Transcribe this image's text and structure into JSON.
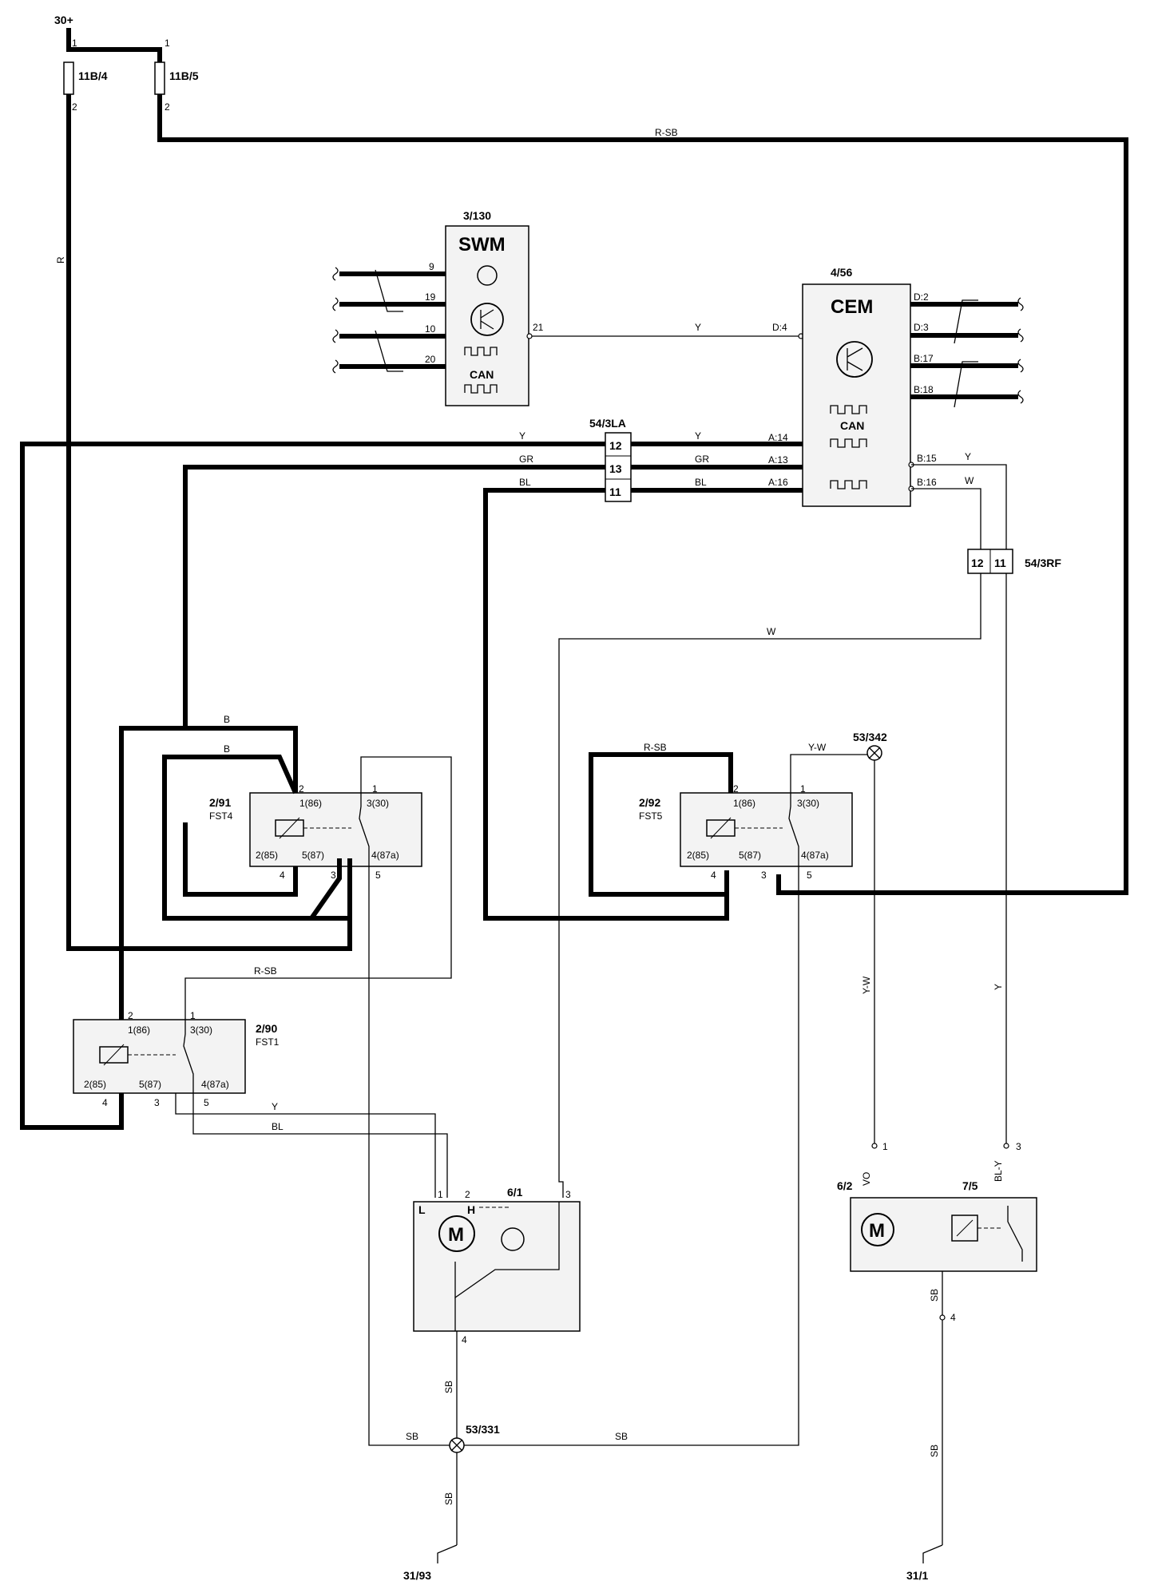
{
  "supply": {
    "label": "30+"
  },
  "fuses": [
    {
      "id": "11B/4",
      "pin_top": "1",
      "pin_bottom": "2",
      "wire": "R"
    },
    {
      "id": "11B/5",
      "pin_top": "1",
      "pin_bottom": "2",
      "wire": "R-SB"
    }
  ],
  "swm": {
    "ref": "3/130",
    "name": "SWM",
    "can": "CAN",
    "pins": [
      "9",
      "19",
      "10",
      "20",
      "21"
    ]
  },
  "cem": {
    "ref": "4/56",
    "name": "CEM",
    "can": "CAN",
    "pins": [
      "D:2",
      "D:3",
      "B:17",
      "B:18",
      "D:4",
      "A:14",
      "A:13",
      "A:16",
      "B:15",
      "B:16"
    ]
  },
  "connectors": {
    "left": {
      "ref": "54/3LA",
      "pins": [
        "12",
        "13",
        "11"
      ]
    },
    "right": {
      "ref": "54/3RF",
      "pins": [
        "12",
        "11"
      ]
    }
  },
  "relays": [
    {
      "ref": "2/91",
      "name": "FST4",
      "coil1": "1(86)",
      "coil2": "2(85)",
      "com": "3(30)",
      "no": "5(87)",
      "nc": "4(87a)",
      "pins": [
        "2",
        "1",
        "4",
        "3",
        "5"
      ]
    },
    {
      "ref": "2/92",
      "name": "FST5",
      "coil1": "1(86)",
      "coil2": "2(85)",
      "com": "3(30)",
      "no": "5(87)",
      "nc": "4(87a)",
      "pins": [
        "2",
        "1",
        "4",
        "3",
        "5"
      ]
    },
    {
      "ref": "2/90",
      "name": "FST1",
      "coil1": "1(86)",
      "coil2": "2(85)",
      "com": "3(30)",
      "no": "5(87)",
      "nc": "4(87a)",
      "pins": [
        "2",
        "1",
        "4",
        "3",
        "5"
      ]
    }
  ],
  "motor_61": {
    "ref": "6/1",
    "symbol": "M",
    "low": "L",
    "high": "H",
    "pins": [
      "1",
      "2",
      "3",
      "4"
    ]
  },
  "motor_62": {
    "ref": "6/2",
    "symbol": "M",
    "pin": "1"
  },
  "switch_75": {
    "ref": "7/5",
    "pin": "3",
    "ground_pin": "4"
  },
  "grounds": [
    {
      "ref": "53/331"
    },
    {
      "ref": "53/342"
    },
    {
      "ref": "31/93"
    },
    {
      "ref": "31/1"
    }
  ],
  "wire_colors": {
    "r": "R",
    "rsb": "R-SB",
    "y": "Y",
    "gr": "GR",
    "bl": "BL",
    "w": "W",
    "b": "B",
    "yw": "Y-W",
    "sb": "SB",
    "vo": "VO",
    "bly": "BL-Y"
  },
  "colors": {
    "line": "#000000",
    "module_fill": "#f3f3f3",
    "background": "#ffffff"
  }
}
